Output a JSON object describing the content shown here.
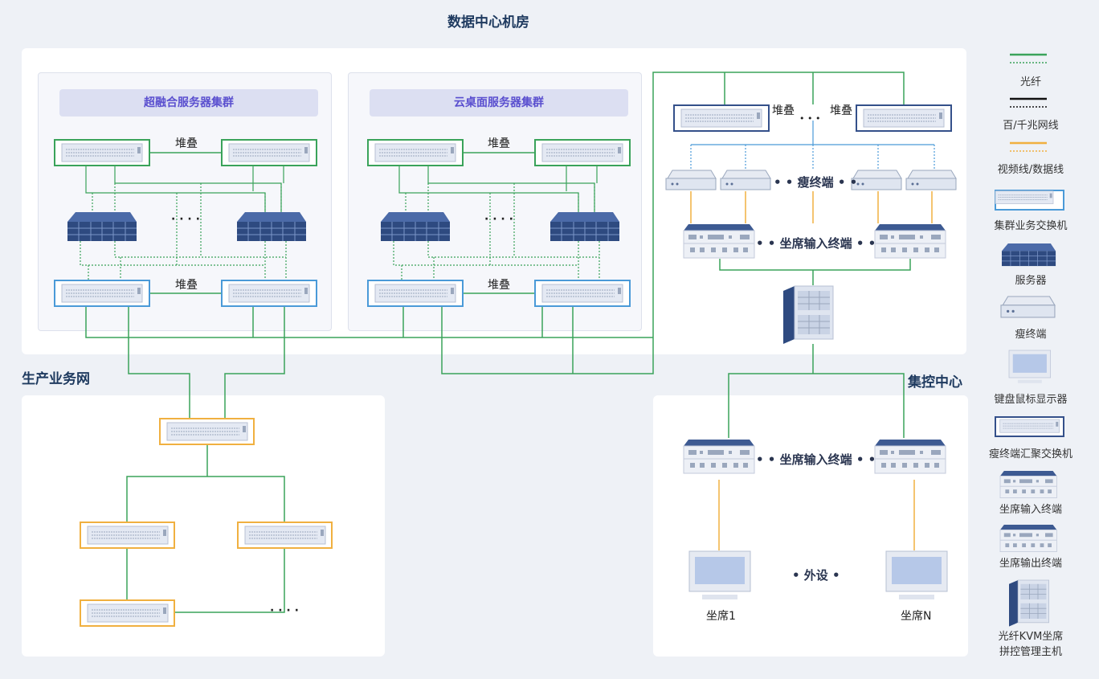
{
  "title": "数据中心机房",
  "areas": {
    "production": "生产业务网",
    "control": "集控中心"
  },
  "clusters": {
    "hyper": "超融合服务器集群",
    "cloud": "云桌面服务器集群"
  },
  "labels": {
    "stack": "堆叠",
    "dots4": "· · · ·",
    "thin_terminal": "• • 瘦终端 • •",
    "seat_input": "• • 坐席输入终端 • •",
    "seat_input_control": "• • 坐席输入终端 • •",
    "peripherals": "• 外设 •",
    "seat1": "坐席1",
    "seatN": "坐席N",
    "dots3": "• • •"
  },
  "legend": [
    {
      "label": "光纤",
      "color": "#3aa35a"
    },
    {
      "label": "百/千兆网线",
      "color": "#111111"
    },
    {
      "label": "视频线/数据线",
      "color": "#f0b040"
    },
    {
      "label": "集群业务交换机",
      "icon": "switch-icon"
    },
    {
      "label": "服务器",
      "icon": "server-icon"
    },
    {
      "label": "瘦终端",
      "icon": "thin-terminal-icon"
    },
    {
      "label": "键盘鼠标显示器",
      "icon": "monitor-icon"
    },
    {
      "label": "瘦终端汇聚交换机",
      "icon": "aggregation-switch-icon"
    },
    {
      "label": "坐席输入终端",
      "icon": "seat-input-icon"
    },
    {
      "label": "坐席输出终端",
      "icon": "seat-output-icon"
    },
    {
      "label": "光纤KVM坐席\n拼控管理主机",
      "label_line1": "光纤KVM坐席",
      "label_line2": "拼控管理主机",
      "icon": "kvm-host-icon"
    }
  ],
  "colors": {
    "fiber": "#3aa35a",
    "network": "#111111",
    "video": "#f0b040",
    "blue_border": "#4a9ad8",
    "navy": "#34508a"
  }
}
